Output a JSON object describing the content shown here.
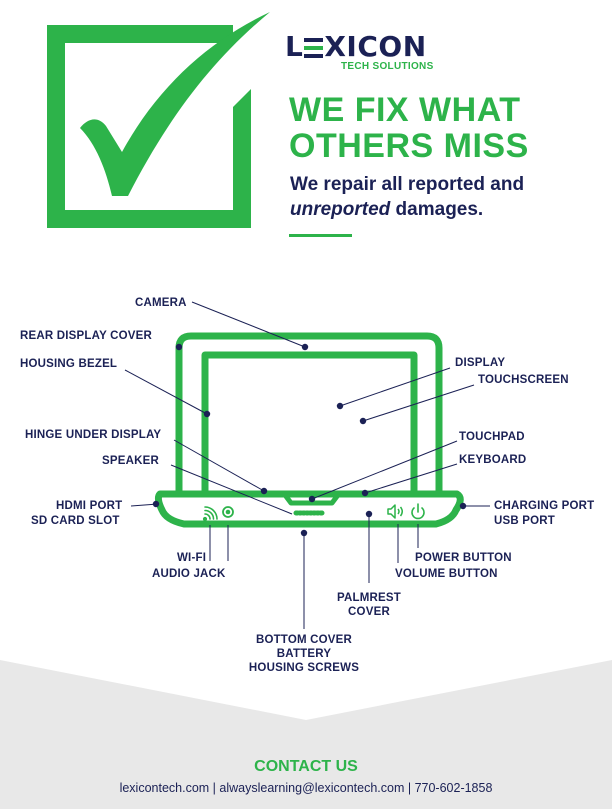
{
  "brand": {
    "name_left": "L",
    "name_right": "XICON",
    "tagline": "TECH SOLUTIONS"
  },
  "headline": {
    "line1": "WE FIX WHAT",
    "line2": "OTHERS MISS"
  },
  "subhead": {
    "line1": "We repair all reported and",
    "emphasis": "unreported",
    "rest": " damages."
  },
  "labels": {
    "camera": "CAMERA",
    "rear_display_cover": "REAR DISPLAY COVER",
    "housing_bezel": "HOUSING BEZEL",
    "display": "DISPLAY",
    "touchscreen": "TOUCHSCREEN",
    "hinge_under_display": "HINGE UNDER DISPLAY",
    "touchpad": "TOUCHPAD",
    "speaker": "SPEAKER",
    "keyboard": "KEYBOARD",
    "hdmi_port": "HDMI PORT",
    "sd_card_slot": "SD CARD SLOT",
    "charging_port": "CHARGING PORT",
    "usb_port": "USB PORT",
    "wifi": "WI-FI",
    "audio_jack": "AUDIO JACK",
    "power_button": "POWER BUTTON",
    "volume_button": "VOLUME BUTTON",
    "palmrest": "PALMREST",
    "cover": "COVER",
    "bottom_cover": "BOTTOM COVER",
    "battery": "BATTERY",
    "housing_screws": "HOUSING SCREWS"
  },
  "contact": {
    "title": "CONTACT US",
    "line": "lexicontech.com  |  alwayslearning@lexicontech.com  |  770-602-1858"
  },
  "colors": {
    "green": "#2db34a",
    "navy": "#1b2155",
    "grey_band": "#e8e8e8"
  },
  "icons": [
    "checkmark-icon",
    "wifi-icon",
    "audio-jack-icon",
    "volume-icon",
    "power-icon"
  ]
}
